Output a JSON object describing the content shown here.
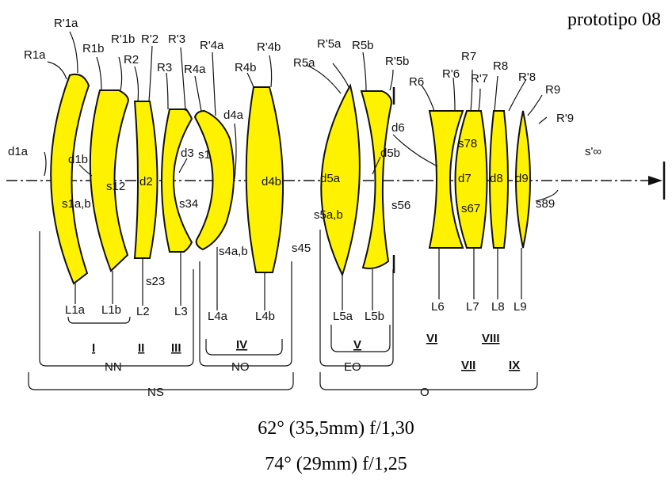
{
  "title": "prototipo 08",
  "specs": [
    "62° (35,5mm) f/1,30",
    "74° (29mm) f/1,25"
  ],
  "colors": {
    "lens_fill": "#FFF200",
    "line": "#111111"
  },
  "surfaces": [
    "R1a",
    "R'1a",
    "R1b",
    "R'1b",
    "R2",
    "R'2",
    "R3",
    "R'3",
    "R4a",
    "R'4a",
    "R4b",
    "R'4b",
    "R5a",
    "R'5a",
    "R5b",
    "R'5b",
    "R6",
    "R'6",
    "R7",
    "R'7",
    "R8",
    "R'8",
    "R9",
    "R'9"
  ],
  "thicknesses": [
    "d1a",
    "d1b",
    "d2",
    "d3",
    "d4a",
    "d4b",
    "d5a",
    "d5b",
    "d6",
    "d7",
    "d8",
    "d9"
  ],
  "spacings": [
    "s1a,b",
    "s12",
    "s23",
    "s34",
    "s1",
    "s4a,b",
    "s45",
    "s5a,b",
    "s56",
    "s67",
    "s78",
    "s89",
    "s'∞"
  ],
  "lenses": [
    "L1a",
    "L1b",
    "L2",
    "L3",
    "L4a",
    "L4b",
    "L5a",
    "L5b",
    "L6",
    "L7",
    "L8",
    "L9"
  ],
  "elements": [
    "I",
    "II",
    "III",
    "IV",
    "V",
    "VI",
    "VII",
    "VIII",
    "IX"
  ],
  "groups": [
    "NN",
    "NO",
    "EO",
    "NS",
    "O"
  ]
}
